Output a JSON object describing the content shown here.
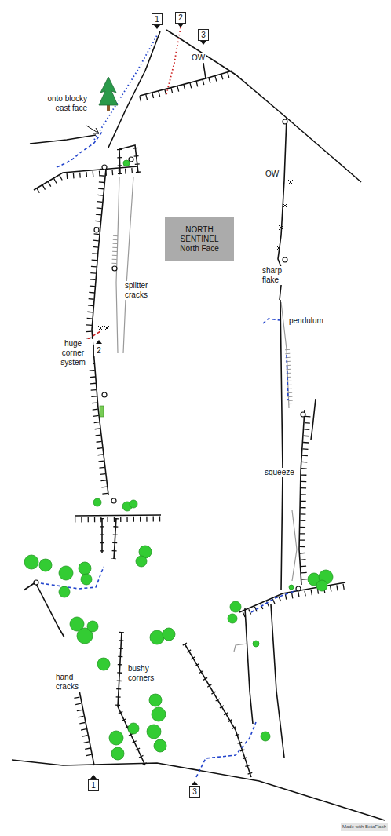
{
  "diagram": {
    "nodes": [
      {
        "text": [
          "1"
        ]
      },
      {
        "text": [
          "2"
        ]
      },
      {
        "text": [
          "3"
        ]
      },
      {
        "text": [
          "NORTH SENTINEL",
          "North Face"
        ]
      },
      {
        "text": [
          "2"
        ]
      },
      {
        "text": [
          "1"
        ]
      },
      {
        "text": [
          "3"
        ]
      }
    ],
    "labels": [
      "onto blocky east face",
      "OW",
      "OW",
      "splitter cracks",
      "sharp flake",
      "pendulum",
      "huge corner system",
      "squeeze",
      "hand cracks",
      "bushy corners",
      "Made with BetaFlash"
    ]
  }
}
